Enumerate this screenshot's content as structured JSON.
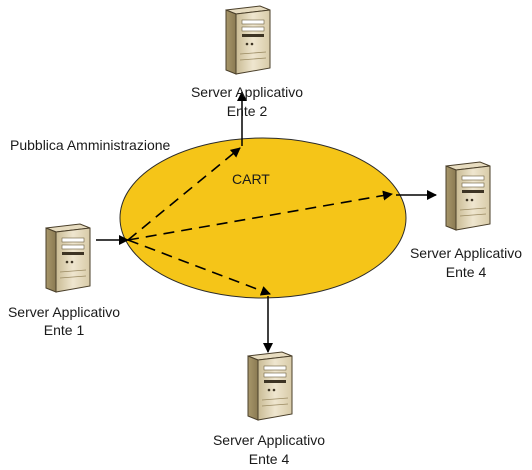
{
  "diagram": {
    "area_label": "Pubblica Amministrazione",
    "network_label": "CART",
    "servers": [
      {
        "line1": "Server Applicativo",
        "line2": "Ente 1"
      },
      {
        "line1": "Server Applicativo",
        "line2": "Ente 2"
      },
      {
        "line1": "Server Applicativo",
        "line2": "Ente 4"
      },
      {
        "line1": "Server Applicativo",
        "line2": "Ente 4"
      }
    ]
  },
  "colors": {
    "ellipse_fill": "#f5c518",
    "ellipse_stroke": "#2b2b2b",
    "server_front": "#d9cdb0",
    "server_side": "#b3a47e",
    "arrow": "#000000"
  },
  "icons": [
    "server-tower-icon"
  ]
}
